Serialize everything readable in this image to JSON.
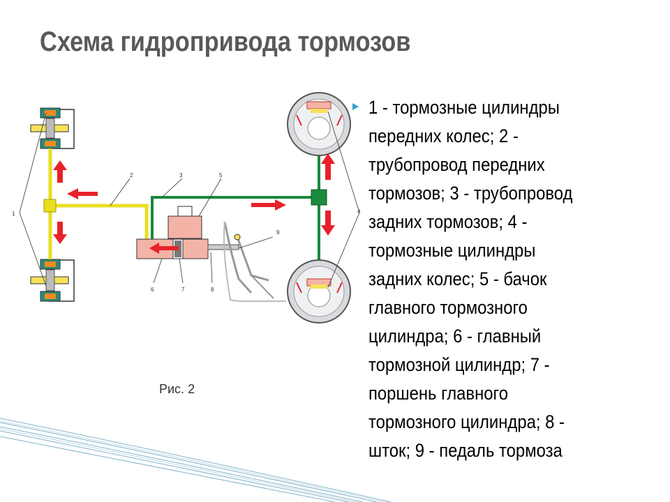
{
  "slide": {
    "title": "Схема гидропривода тормозов",
    "caption": "Рис. 2"
  },
  "description": {
    "lines": [
      "1 - тормозные цилиндры",
      "передних колес; 2 -",
      "трубопровод передних",
      "тормозов; 3 - трубопровод",
      "задних тормозов; 4 -",
      "тормозные цилиндры",
      "задних колес; 5 - бачок",
      "главного тормозного",
      "цилиндра; 6 - главный",
      "тормозной цилиндр; 7 -",
      "поршень главного",
      "тормозного цилиндра; 8 -",
      "шток; 9 - педаль тормоза"
    ]
  },
  "diagram": {
    "labels": {
      "n1": "1",
      "n2": "2",
      "n3": "3",
      "n4": "4",
      "n5": "5",
      "n6": "6",
      "n7": "7",
      "n8": "8",
      "n9": "9"
    }
  },
  "colors": {
    "front_line": "#e8de1e",
    "rear_line": "#1a8a3c",
    "arrow": "#e8212a",
    "cylinder": "#f3b3a6",
    "bullet": "#31a2c8",
    "title": "#595959"
  }
}
